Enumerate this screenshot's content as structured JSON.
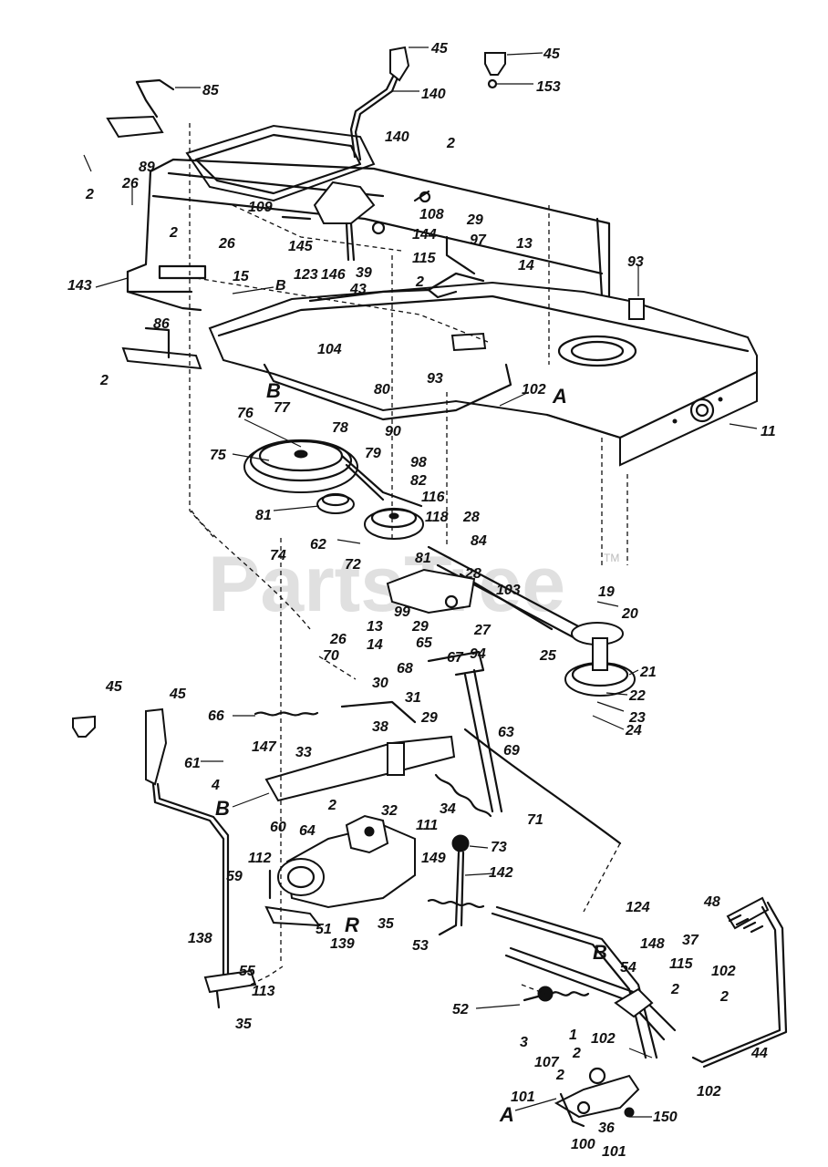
{
  "watermark": {
    "text": "PartsTree",
    "tm": "TM"
  },
  "callouts": {
    "c45a": "45",
    "c45b": "45",
    "c45c": "45",
    "c45d": "45",
    "c153": "153",
    "c85": "85",
    "c140a": "140",
    "c140b": "140",
    "c89": "89",
    "c2a": "2",
    "c2b": "2",
    "c2c": "2",
    "c2d": "2",
    "c2e": "2",
    "c26a": "26",
    "c26b": "26",
    "c26c": "26",
    "c109": "109",
    "c108": "108",
    "c29a": "29",
    "c97": "97",
    "c13a": "13",
    "c14a": "14",
    "c93a": "93",
    "c93b": "93",
    "c144": "144",
    "c145": "145",
    "c123": "123",
    "c146": "146",
    "c39": "39",
    "c115a": "115",
    "c115b": "115",
    "c143": "143",
    "c15": "15",
    "cB1": "B",
    "c43": "43",
    "c86": "86",
    "c104": "104",
    "c102a": "102",
    "cA1": "A",
    "c11": "11",
    "cB2": "B",
    "c80": "80",
    "c76": "76",
    "c77": "77",
    "c78": "78",
    "c90": "90",
    "c75": "75",
    "c79": "79",
    "c98": "98",
    "c82": "82",
    "c116": "116",
    "c118": "118",
    "c28a": "28",
    "c81a": "81",
    "c81b": "81",
    "c74": "74",
    "c62": "62",
    "c72": "72",
    "c84": "84",
    "c28b": "28",
    "c103": "103",
    "c19": "19",
    "c20": "20",
    "c99": "99",
    "c13b": "13",
    "c14b": "14",
    "c29b": "29",
    "c27": "27",
    "c94": "94",
    "c25": "25",
    "c65": "65",
    "c67": "67",
    "c21": "21",
    "c70": "70",
    "c68": "68",
    "c30": "30",
    "c22": "22",
    "c23": "23",
    "c24": "24",
    "c66": "66",
    "c31": "31",
    "c29c": "29",
    "c38": "38",
    "c63": "63",
    "c69": "69",
    "c61": "61",
    "c147": "147",
    "c33": "33",
    "c4": "4",
    "cB3": "B",
    "c32": "32",
    "c34": "34",
    "c111": "111",
    "c71": "71",
    "c60": "60",
    "c64": "64",
    "c73": "73",
    "c112": "112",
    "c149": "149",
    "c142": "142",
    "c59": "59",
    "c51": "51",
    "c35a": "35",
    "c139": "139",
    "c53": "53",
    "c124": "124",
    "c48": "48",
    "c138": "138",
    "c55": "55",
    "c113": "113",
    "cB4": "B",
    "c148": "148",
    "c37": "37",
    "c54": "54",
    "c102b": "102",
    "c102c": "102",
    "c102d": "102",
    "c35b": "35",
    "c52": "52",
    "c3": "3",
    "c1": "1",
    "c107": "107",
    "c44": "44",
    "c101a": "101",
    "c101b": "101",
    "cA2": "A",
    "c100": "100",
    "c36": "36",
    "c150": "150"
  }
}
